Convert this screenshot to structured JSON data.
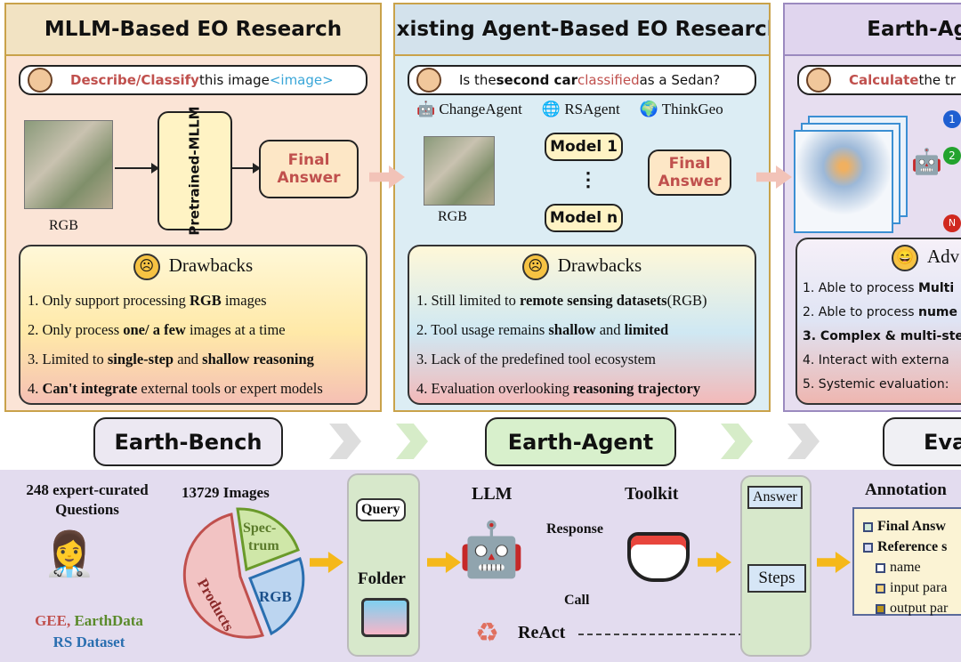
{
  "panel1": {
    "title": "MLLM-Based EO Research",
    "prompt_red": "Describe/Classify",
    "prompt_rest": " this image",
    "prompt_tag": "<image>",
    "image_label": "RGB",
    "model": "Pretrained-MLLM",
    "answer": "Final Answer",
    "drawbacks_title": "Drawbacks",
    "items": [
      [
        "1. Only support processing ",
        "RGB",
        " images",
        ""
      ],
      [
        "2. Only process ",
        "one/ a few",
        " images at a time",
        ""
      ],
      [
        "3. Limited to ",
        "single-step",
        " and ",
        "shallow reasoning"
      ],
      [
        "4. ",
        "Can't integrate",
        " external tools or expert models",
        ""
      ]
    ]
  },
  "panel2": {
    "title": "Existing Agent-Based EO Research",
    "prompt_a": "Is the ",
    "prompt_b": "second car",
    "prompt_c": " classified",
    "prompt_d": " as a Sedan?",
    "agents": [
      "ChangeAgent",
      "RSAgent",
      "ThinkGeo"
    ],
    "image_label": "RGB",
    "model1": "Model 1",
    "dots": "⋮",
    "modeln": "Model n",
    "answer": "Final Answer",
    "drawbacks_title": "Drawbacks",
    "items": [
      [
        "1. Still limited to ",
        "remote sensing datasets",
        "(RGB)",
        ""
      ],
      [
        "2. Tool usage remains ",
        "shallow",
        " and ",
        "limited"
      ],
      [
        "3. Lack of the predefined tool ecosystem",
        "",
        "",
        ""
      ],
      [
        "4. Evaluation  overlooking  ",
        "reasoning trajectory",
        "",
        ""
      ]
    ]
  },
  "panel3": {
    "title": "Earth-Ag",
    "prompt_red": "Calculate",
    "prompt_rest": " the tr",
    "steps": [
      "1",
      "2",
      "N"
    ],
    "adv_title": "Adv",
    "items": [
      [
        "1. Able to process ",
        "Multi"
      ],
      [
        "2. Able to process ",
        "nume"
      ],
      [
        "",
        "3. Complex & multi-ste"
      ],
      [
        "4. Interact with externa",
        ""
      ],
      [
        "5. Systemic evaluation: ",
        ""
      ]
    ]
  },
  "stages": {
    "bench": "Earth-Bench",
    "agent": "Earth-Agent",
    "eval": "Eva"
  },
  "bench": {
    "questions": "248 expert-curated Questions",
    "images": "13729 Images",
    "sources_a": "GEE, ",
    "sources_b": "EarthData",
    "sources_c": "RS Dataset",
    "pie": [
      "Products",
      "Spec-trum",
      "RGB"
    ]
  },
  "agent": {
    "query": "Query",
    "folder": "Folder",
    "llm": "LLM",
    "toolkit": "Toolkit",
    "response": "Response",
    "call": "Call",
    "react": "ReAct",
    "answer": "Answer",
    "steps": "Steps"
  },
  "annotation": {
    "title": "Annotation",
    "items": [
      "Final Answ",
      "Reference s",
      "name",
      "input para",
      "output par"
    ]
  },
  "colors": {
    "p1_title": "#f2e3c3",
    "p1_body": "#fbe4d6",
    "p2_title": "#d3e2ec",
    "p2_body": "#dcedf4",
    "p3": "#e7def0",
    "bottom": "#e3dcef",
    "red": "#c0504d",
    "accent_arrow": "#f5b81a"
  }
}
